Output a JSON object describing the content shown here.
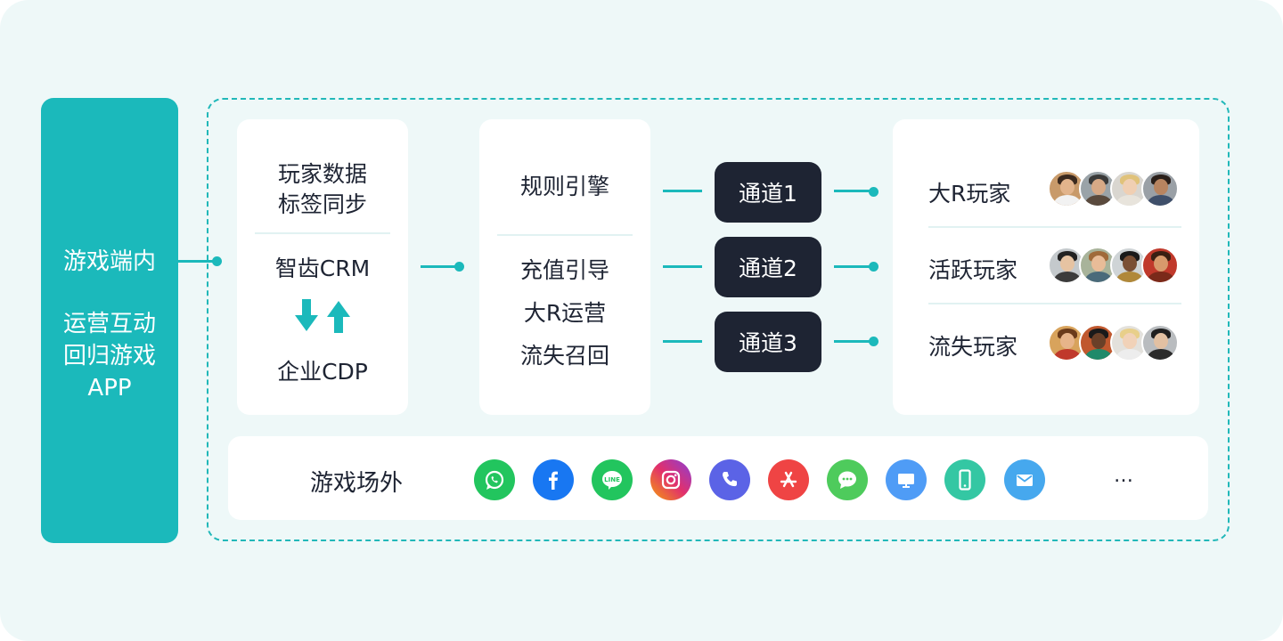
{
  "left": {
    "line1": "游戏端内",
    "line2": "运营互动",
    "line3": "回归游戏",
    "line4": "APP"
  },
  "data_card": {
    "title_line1": "玩家数据",
    "title_line2": "标签同步",
    "crm": "智齿CRM",
    "cdp": "企业CDP"
  },
  "rules_card": {
    "title": "规则引擎",
    "items": [
      "充值引导",
      "大R运营",
      "流失召回"
    ]
  },
  "channels": [
    "通道1",
    "通道2",
    "通道3"
  ],
  "players": [
    {
      "label": "大R玩家"
    },
    {
      "label": "活跃玩家"
    },
    {
      "label": "流失玩家"
    }
  ],
  "outside": {
    "label": "游戏场外",
    "icons": [
      "whatsapp-icon",
      "facebook-icon",
      "line-icon",
      "instagram-icon",
      "phone-icon",
      "app-store-icon",
      "message-icon",
      "desktop-icon",
      "mobile-icon",
      "email-icon"
    ],
    "more": "…"
  },
  "colors": {
    "accent": "#1bb9bb",
    "dark": "#1e2433",
    "background": "#eef8f8"
  }
}
